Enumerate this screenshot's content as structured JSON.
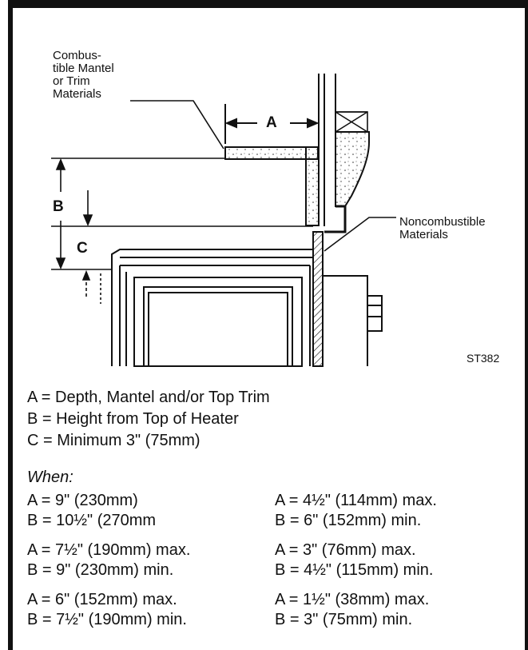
{
  "callouts": {
    "combustible": [
      "Combus-",
      "tible Mantel",
      "or Trim",
      "Materials"
    ],
    "noncombustible": [
      "Noncombustible",
      "Materials"
    ],
    "figure_code": "ST382"
  },
  "dimensions": {
    "a": "A",
    "b": "B",
    "c": "C"
  },
  "legend": [
    "A = Depth, Mantel and/or Top Trim",
    "B = Height from Top of Heater",
    "C = Minimum 3\" (75mm)"
  ],
  "when_label": "When:",
  "pairs": [
    {
      "a": "A = 9\" (230mm)",
      "b": "B = 10½\" (270mm"
    },
    {
      "a": "A = 4½\" (114mm) max.",
      "b": "B = 6\" (152mm) min."
    },
    {
      "a": "A = 7½\" (190mm) max.",
      "b": "B = 9\" (230mm) min."
    },
    {
      "a": "A = 3\" (76mm) max.",
      "b": "B = 4½\" (115mm) min."
    },
    {
      "a": "A = 6\" (152mm) max.",
      "b": "B = 7½\" (190mm) min."
    },
    {
      "a": "A = 1½\" (38mm) max.",
      "b": "B = 3\" (75mm) min."
    }
  ]
}
